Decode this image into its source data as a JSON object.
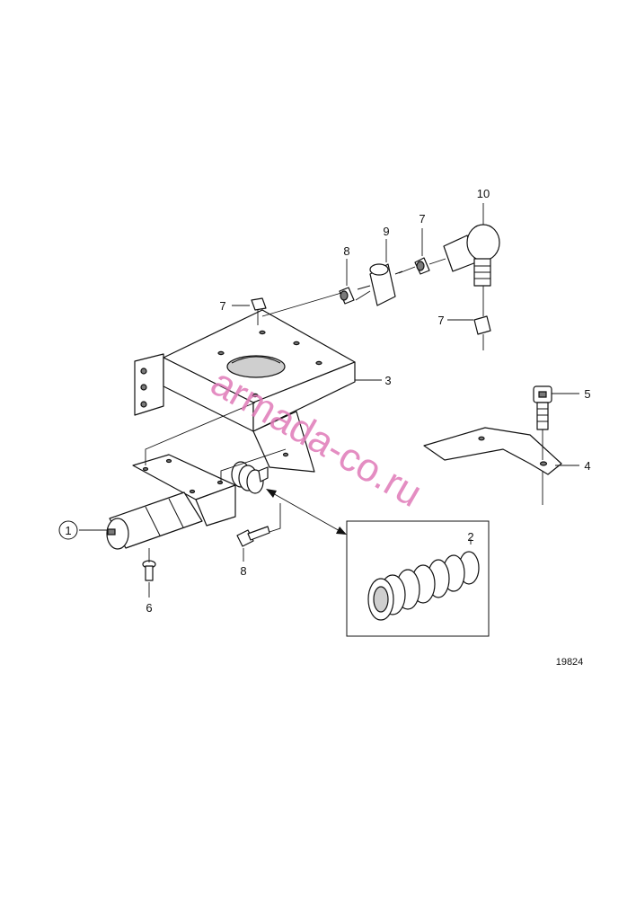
{
  "figure_number": "19824",
  "watermark": "armada-co.ru",
  "callouts": {
    "c1": "1",
    "c2": "2",
    "c3": "3",
    "c4": "4",
    "c5": "5",
    "c6": "6",
    "c7_top": "7",
    "c7_left": "7",
    "c7_right": "7",
    "c8_top": "8",
    "c8_bottom": "8",
    "c9": "9",
    "c10": "10"
  }
}
